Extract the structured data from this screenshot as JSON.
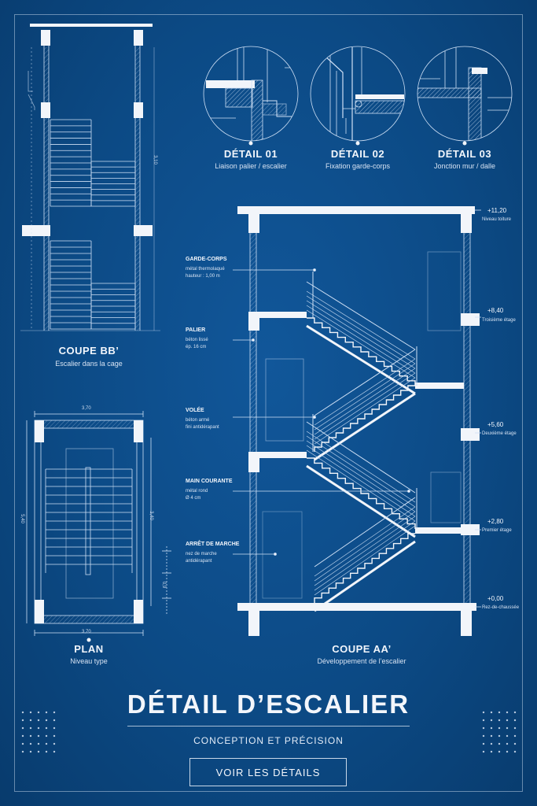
{
  "details": [
    {
      "title": "DÉTAIL 01",
      "subtitle": "Liaison palier / escalier"
    },
    {
      "title": "DÉTAIL 02",
      "subtitle": "Fixation garde-corps"
    },
    {
      "title": "DÉTAIL 03",
      "subtitle": "Jonction mur / dalle"
    }
  ],
  "coupe_bb": {
    "title": "COUPE BB’",
    "subtitle": "Escalier dans la cage"
  },
  "plan": {
    "title": "PLAN",
    "subtitle": "Niveau type",
    "dim_top": "3,70",
    "dim_bottom": "3,70",
    "dim_left": "5,40",
    "dim_right": "3,40",
    "dim_small": "0,9"
  },
  "coupe_aa": {
    "title": "COUPE AA’",
    "subtitle": "Développement de l’escalier"
  },
  "annotations": [
    {
      "title": "GARDE-CORPS",
      "lines": [
        "métal thermolaqué",
        "hauteur : 1,00 m"
      ]
    },
    {
      "title": "PALIER",
      "lines": [
        "béton lissé",
        "ép. 16 cm"
      ]
    },
    {
      "title": "VOLÉE",
      "lines": [
        "béton armé",
        "fini antidérapant"
      ]
    },
    {
      "title": "MAIN COURANTE",
      "lines": [
        "métal rond",
        "Ø 4 cm"
      ]
    },
    {
      "title": "ARRÊT DE MARCHE",
      "lines": [
        "nez de marche",
        "antidérapant"
      ]
    }
  ],
  "levels": [
    {
      "value": "+11,20",
      "name": "Niveau toiture"
    },
    {
      "value": "+8,40",
      "name": "Troisième étage"
    },
    {
      "value": "+5,60",
      "name": "Deuxième étage"
    },
    {
      "value": "+2,80",
      "name": "Premier étage"
    },
    {
      "value": "+0,00",
      "name": "Rez-de-chaussée"
    }
  ],
  "bb_dim": "3,10",
  "main_title": "DÉTAIL D’ESCALIER",
  "subtitle": "CONCEPTION ET PRÉCISION",
  "cta_label": "VOIR LES DÉTAILS",
  "colors": {
    "background": "#0d4a86",
    "line": "#cfe0f5",
    "slab": "#f2f5fa"
  }
}
